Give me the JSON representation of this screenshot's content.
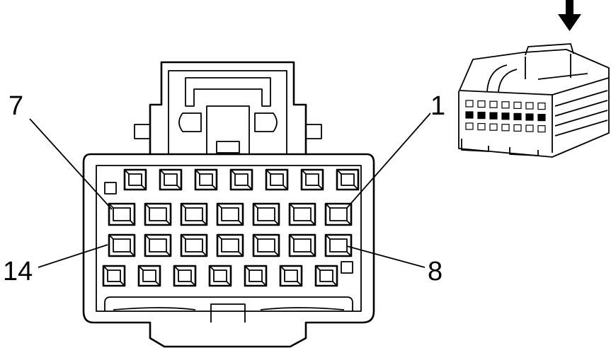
{
  "pin_labels": {
    "top_left": "7",
    "top_right": "1",
    "bottom_left": "14",
    "bottom_right": "8"
  },
  "colors": {
    "line": "#000000",
    "background": "#ffffff"
  },
  "icons": {
    "direction": "down-arrow-icon"
  }
}
